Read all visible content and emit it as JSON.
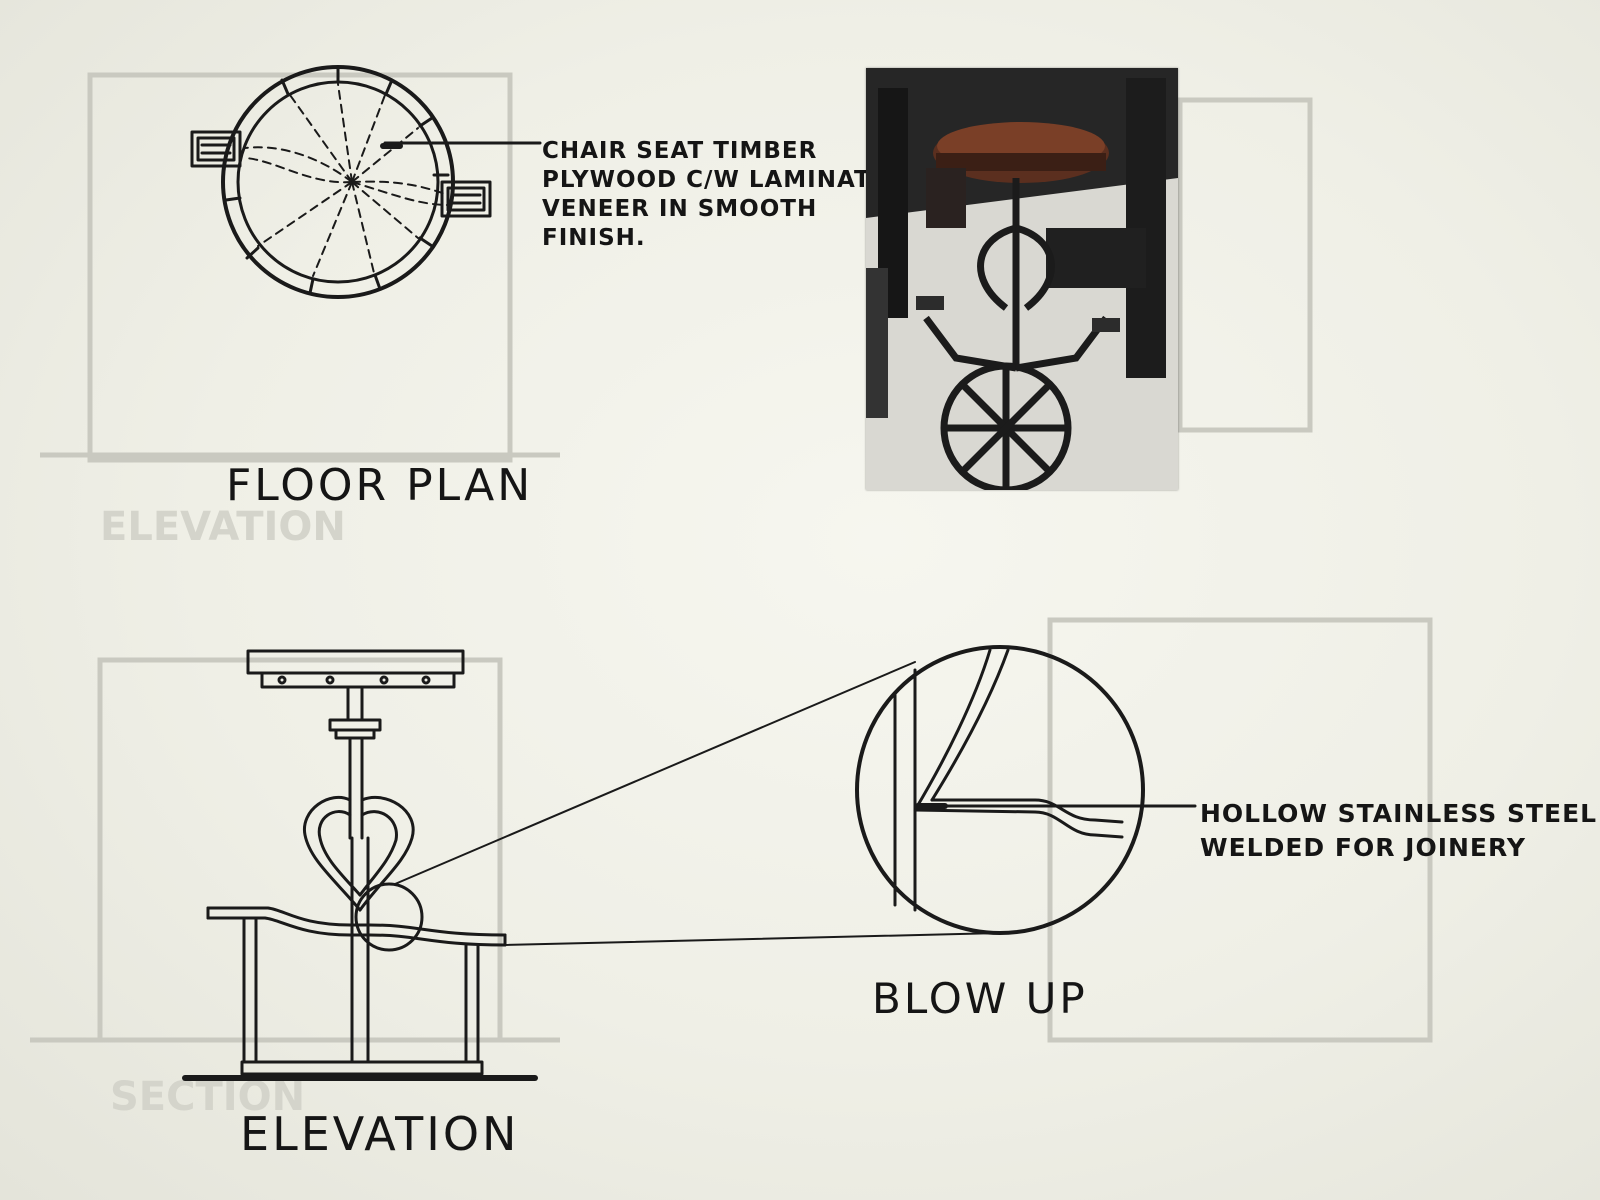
{
  "floor_plan": {
    "title": "FLOOR PLAN",
    "note_lines": [
      "CHAIR SEAT TIMBER",
      "PLYWOOD C/W LAMINATED",
      "VENEER IN SMOOTH",
      "FINISH."
    ]
  },
  "elevation": {
    "title": "ELEVATION"
  },
  "blow_up": {
    "title": "BLOW UP",
    "note_lines": [
      "HOLLOW STAINLESS STEEL",
      "WELDED FOR JOINERY"
    ]
  },
  "colors": {
    "paper": "#f2f2ea",
    "ink": "#1a1a1a",
    "ghost": "#c9c9c0"
  }
}
